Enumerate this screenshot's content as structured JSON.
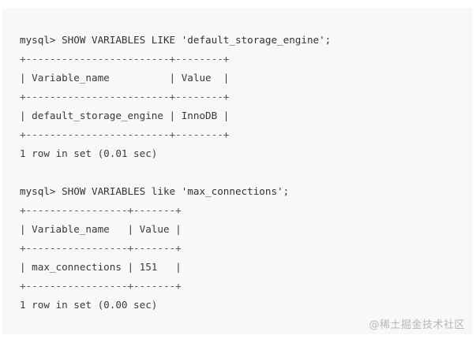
{
  "code_block": {
    "lines": [
      "mysql> SHOW VARIABLES LIKE 'default_storage_engine';",
      "+------------------------+--------+",
      "| Variable_name          | Value  |",
      "+------------------------+--------+",
      "| default_storage_engine | InnoDB |",
      "+------------------------+--------+",
      "1 row in set (0.01 sec)",
      "",
      "mysql> SHOW VARIABLES like 'max_connections';",
      "+-----------------+-------+",
      "| Variable_name   | Value |",
      "+-----------------+-------+",
      "| max_connections | 151   |",
      "+-----------------+-------+",
      "1 row in set (0.00 sec)"
    ]
  },
  "watermark": {
    "text": "@稀土掘金技术社区"
  },
  "colors": {
    "code_background": "#f8f8f8",
    "text": "#3a3a3a",
    "watermark": "#aaaaaa"
  }
}
